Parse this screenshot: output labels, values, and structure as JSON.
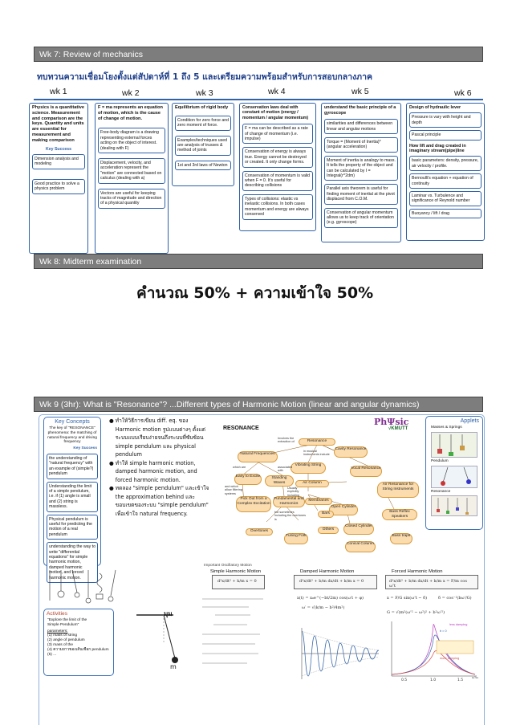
{
  "header1": "Wk 7: Review of mechanics",
  "review_title": "ทบทวนความเชื่อมโยงตั้งแต่สัปดาห์ที่ 1 ถึง 5 และเตรียมความพร้อมสำหรับการสอบกลางภาค",
  "weeks": [
    "wk 1",
    "wk 2",
    "wk 3",
    "wk 4",
    "wk 5",
    "wk 6"
  ],
  "wk1": {
    "main": "Physics is a quantitative science. Measurement and comparison are the keys. Quantity and units are essential for measurement and making comparison",
    "key": "Key Success",
    "a": "Dimension analysis and modeling",
    "b": "Good practice to solve a physics problem"
  },
  "wk2": {
    "main": "F = ma represents an equation of motion, which is the cause of change of motion.",
    "a": "Free-body diagram is a drawing representing external forces acting on the object of interest. (dealing with F)",
    "b": "Displacement, velocity, and acceleration represent the \"motion\" are connected based on calculus (dealing with a)",
    "c": "Vectors are useful for keeping tracks of magnitude and direction of a physical quantity"
  },
  "wk3": {
    "main": "Equilibrium of rigid body",
    "a": "Condition for zero force and zero moment of force.",
    "b": "Examples/techniques used are analysis of trusses & method of joints",
    "c": "1st and 3rd laws of Newton"
  },
  "wk4": {
    "main": "Conservation laws deal with constant of motion (energy / momentum / angular momentum)",
    "a": "F = ma can be described as a rate of change of momentum (i.e. impulse)",
    "b": "Conservation of energy is always true. Energy cannot be destroyed or created. It only change forms.",
    "c": "Conservation of momentum is valid when F = 0. It's useful for describing collisions",
    "d": "Types of collisions: elastic vs inelastic collisions. In both cases momentum and energy are always conserved"
  },
  "wk5": {
    "main": "understand the basic principle of a gyroscope",
    "a": "similarities and differences between linear and angular motions",
    "b": "Torque = (Moment of Inertia)*(angular acceleration)",
    "c": "Moment of inertia is analogy to mass. It tells the property of the object and can be calculated by I = Integral(r^2dm)",
    "d": "Parallel axis theorem is useful for finding moment of inertial at the pivot displaced from C.O.M.",
    "e": "Conservation of angular momentum allows us to keep track of orientation (e.g. gyroscope)"
  },
  "wk6": {
    "main": "Design of hydraulic lever",
    "a": "Pressure is vary with height and depth",
    "b": "Pascal principle",
    "main2": "How lift and drag created in imaginary stream(pipe)line",
    "c": "basic parameters: density, pressure, air velocity / profile.",
    "d": "Bernoulli's equation + equation of continuity",
    "e": "Laminar vs. Turbulence and significance of Reynold number",
    "f": "Buoyancy / lift / drag"
  },
  "header2": "Wk 8: Midterm examination",
  "midterm": "คำนวณ 50% + ความเข้าใจ 50%",
  "header3": "Wk 9 (3hr): What is \"Resonance\"?      ...Different types of Harmonic Motion (linear and angular dynamics)",
  "key_concepts": {
    "title": "Key Concepts",
    "intro": "The key of \"RESONANCE\" phenomena: the matching of natural frequency and driving frequency",
    "key": "Key Success",
    "items": [
      "the understanding of \"natural frequency\" with an example of (simple?) pendulum",
      "Understanding the limit of a simple pendulum, i.e. if (1) angle is small and (2) string is massless.",
      "Physical pendulum is useful for predicting the motion of a real pendulum",
      "understanding the way to write \"differential equations\" for simple harmonic motion, damped harmonic motion, and forced harmonic motion."
    ]
  },
  "bullets": [
    "ทำให้วิธีการเขียน diff. eq. ของ Harmonic motion รูปแบบต่างๆ ตั้งแต่ระบบแบบเรียบง่ายจนถึงระบบที่ซับซ้อน simple pendulum และ physical pendulum",
    "ทำให้ simple harmonic motion, damped harmonic motion, and forced harmonic motion.",
    "ทดลอง \"simple pendulum\" และเข้าใจ the approximation behind และขอบเขตของระบบ \"simple pendulum\" เพื่อเข้าใจ natural frequency."
  ],
  "resonance": {
    "title": "RESONANCE",
    "logo": "PhΨsic",
    "logo_sub": "√KMUTT",
    "nodes": [
      "Resonance",
      "Natural Frequencies",
      "Cavity Resonance",
      "Vibrating String",
      "Easy to Excite",
      "Standing Waves",
      "Air Column",
      "Vocal Resonance",
      "Air Resonance for String Instruments",
      "Pick Out from a Complex Excitation",
      "Fundamental and Harmonics",
      "Membranes",
      "Open Cylinder",
      "Bars",
      "Bass Reflex Speakers",
      "Others",
      "Closed Cylinder",
      "Overtones",
      "Tuning Fork",
      "Conical Column",
      "Bass traps"
    ],
    "notes": [
      "Involves the extraction of",
      "in musical instruments include",
      "which are",
      "associated with",
      "and which allow filtering systems",
      "Usually explicitly including",
      "but sometimes including the overtones is"
    ]
  },
  "applets": {
    "title": "Applets",
    "items": [
      "Masses & Springs",
      "Pendulum",
      "Resonance"
    ]
  },
  "activities": {
    "title": "Activities",
    "text": "\"Explore the limit of the Simple Pendulum\"",
    "params_title": "parameters:",
    "params": [
      "(1) mass of string",
      "(2) angle of pendulum",
      "(3) mass of the",
      "(4) ความยาวของเส้นเชือก pendulum",
      "(5) ..."
    ],
    "angle": "มุม",
    "mass": "m"
  },
  "motions": {
    "caption": "Important Oscillatory Motion",
    "simple": "Simple Harmonic Motion",
    "damped": "Damped Harmonic Motion",
    "forced": "Forced Harmonic Motion",
    "forced_x": "x = F/G sin(ω't − δ)",
    "forced_delta": "δ = cos⁻¹(bω'/G)",
    "forced_G": "G = √(m²(ω'² − ω²)² + b²ω'²)",
    "plot_legend": [
      "less damping",
      "more damping",
      "b = 0"
    ],
    "plot_xlabel": "ω'/ω"
  }
}
